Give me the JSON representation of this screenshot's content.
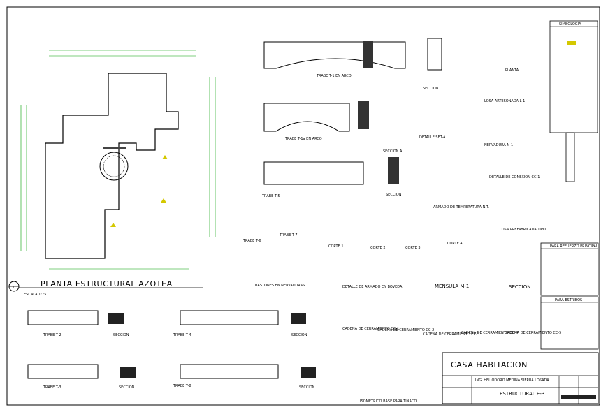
{
  "plan": {
    "title": "PLANTA ESTRUCTURAL AZOTEA",
    "scale": "ESCALA 1:75",
    "number": "1"
  },
  "labels": {
    "trabe_t1_arco": "TRABE T-1 EN ARCO",
    "trabe_t1a_arco": "TRABE T-1a EN ARCO",
    "trabe_t5": "TRABE T-5",
    "trabe_t6": "TRABE T-6",
    "trabe_t7": "TRABE T-7",
    "trabe_t2": "TRABE T-2",
    "trabe_t3": "TRABE T-3",
    "trabe_t4": "TRABE T-4",
    "trabe_t8": "TRABE T-8",
    "seccion": "SECCION",
    "seccion_aa": "SECCION A",
    "corte_1": "CORTE 1",
    "corte_2": "CORTE 2",
    "corte_3": "CORTE 3",
    "corte_4": "CORTE 4",
    "bastones": "BASTONES EN NERVADURAS",
    "detalle_armado": "DETALLE DE ARMADO EN BOVEDA",
    "mensula": "MENSULA M-1",
    "losa_artesonada": "LOSA ARTESONADA L-1",
    "detalle_set": "DETALLE SET-A",
    "nervadura": "NERVADURA N-1",
    "detalle_conexion": "DETALLE DE CONEXION CC-1",
    "losa_prefabricada": "LOSA PREFABRICADA TIPO",
    "armado_temp": "ARMADO DE TEMPERATURA N.T.",
    "planta": "PLANTA",
    "isometrico": "ISOMETRICO BASE PARA TINACO",
    "cadena_1": "CADENA DE CERRAMIENTO CC-1",
    "cadena_2": "CADENA DE CERRAMIENTO CC-2",
    "cadena_3": "CADENA DE CERRAMIENTO CC-3",
    "cadena_4": "CADENA DE CERRAMIENTO CC-4",
    "cadena_5": "CADENA DE CERRAMIENTO CC-5"
  },
  "legend": {
    "simbologia": "SIMBOLOGIA",
    "refuerzo_principal": "PARA REFUERZO PRINCIPAL",
    "para_estribos": "PARA ESTRIBOS"
  },
  "title_block": {
    "project": "CASA HABITACION",
    "engineer": "ING. HELIODORO MEDINA SIERRA LOSADA",
    "sheet": "ESTRUCTURAL E-3"
  },
  "colors": {
    "line": "#000000",
    "dimension": "#00a000",
    "annotation": "#2a8a2a",
    "highlight": "#d4c800",
    "cyan_note": "#00b0d0"
  }
}
